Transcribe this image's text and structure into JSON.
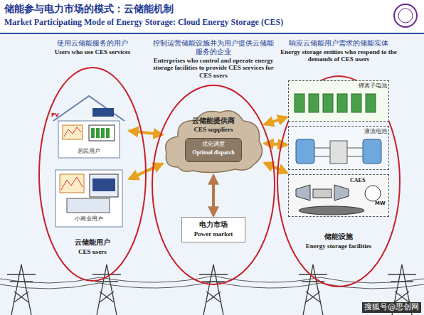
{
  "diagram": {
    "title": "储能参与电力市场的模式：云储能机制",
    "nodes": [
      {
        "text": [
          "使用云储能服务的用户",
          "Users who use CES services",
          "云储能用户",
          "CES users"
        ]
      },
      {
        "text": [
          "居民用户"
        ],
        "in": 0
      },
      {
        "text": [
          "小商业用户"
        ],
        "in": 0
      },
      {
        "text": [
          "控制运营储能设施并为用户提供云储能服务的企业",
          "Enterprises who control and operate energy storage facilities to provide CES services for CES users"
        ]
      },
      {
        "text": [
          "云储能提供商",
          "CES suppliers"
        ],
        "in": 3
      },
      {
        "text": [
          "优化调度",
          "Optimal dispatch"
        ],
        "in": 4
      },
      {
        "text": [
          "电力市场",
          "Power market"
        ],
        "in": 3
      },
      {
        "text": [
          "响应云储能用户需求的储能实体",
          "Energy storage entities who respond to the demands of CES users",
          "储能设施",
          "Energy storage facilities"
        ]
      },
      {
        "text": [
          "锂离子电池"
        ],
        "in": 7
      },
      {
        "text": [
          "液流电池"
        ],
        "in": 7
      },
      {
        "text": [
          "CAES"
        ],
        "in": 7
      }
    ],
    "edges": [
      {
        "from": 1,
        "to": 4,
        "arrow": "both"
      },
      {
        "from": 2,
        "to": 4,
        "arrow": "both"
      },
      {
        "from": 4,
        "to": 8,
        "arrow": "both"
      },
      {
        "from": 4,
        "to": 9,
        "arrow": "both"
      },
      {
        "from": 4,
        "to": 10,
        "arrow": "both"
      },
      {
        "from": 4,
        "to": 6,
        "arrow": "both"
      }
    ],
    "labels": [
      "Market Participating Mode of Energy Storage: Cloud Energy Storage (CES)",
      "PV",
      "MW",
      "搜狐号@思创网"
    ]
  }
}
